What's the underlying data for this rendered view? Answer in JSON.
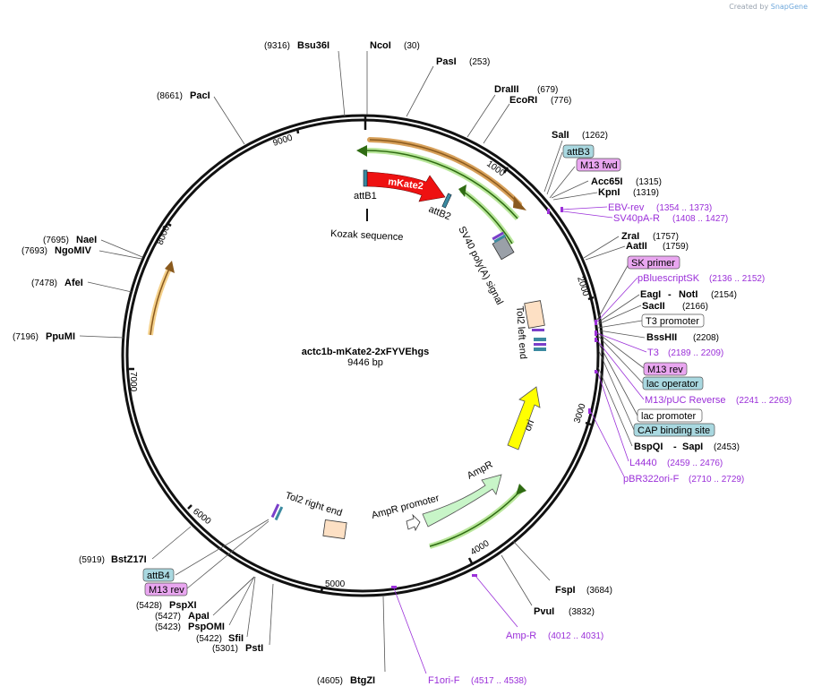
{
  "credit": {
    "prefix": "Created by",
    "brand": "SnapGene"
  },
  "map": {
    "name": "actc1b-mKate2-2xFYVEhgs",
    "length": "9446 bp",
    "tick_labels": [
      "1000",
      "2000",
      "3000",
      "4000",
      "5000",
      "6000",
      "7000",
      "8000",
      "9000"
    ]
  },
  "enzymes": [
    {
      "name": "Bsu36I",
      "pos": "(9316)"
    },
    {
      "name": "NcoI",
      "pos": "(30)"
    },
    {
      "name": "PasI",
      "pos": "(253)"
    },
    {
      "name": "DraIII",
      "pos": "(679)"
    },
    {
      "name": "EcoRI",
      "pos": "(776)"
    },
    {
      "name": "SalI",
      "pos": "(1262)"
    },
    {
      "name": "Acc65I",
      "pos": "(1315)"
    },
    {
      "name": "KpnI",
      "pos": "(1319)"
    },
    {
      "name": "ZraI",
      "pos": "(1757)"
    },
    {
      "name": "AatII",
      "pos": "(1759)"
    },
    {
      "name": "EagI",
      "name2": "NotI",
      "sep": "-",
      "pos": "(2154)"
    },
    {
      "name": "SacII",
      "pos": "(2166)"
    },
    {
      "name": "BssHII",
      "pos": "(2208)"
    },
    {
      "name": "BspQI",
      "name2": "SapI",
      "sep": "-",
      "pos": "(2453)"
    },
    {
      "name": "FspI",
      "pos": "(3684)"
    },
    {
      "name": "PvuI",
      "pos": "(3832)"
    },
    {
      "name": "BtgZI",
      "pos": "(4605)"
    },
    {
      "name": "PstI",
      "pos": "(5301)"
    },
    {
      "name": "SfiI",
      "pos": "(5422)"
    },
    {
      "name": "PspOMI",
      "pos": "(5423)"
    },
    {
      "name": "ApaI",
      "pos": "(5427)"
    },
    {
      "name": "PspXI",
      "pos": "(5428)"
    },
    {
      "name": "BstZ17I",
      "pos": "(5919)"
    },
    {
      "name": "PpuMI",
      "pos": "(7196)"
    },
    {
      "name": "AfeI",
      "pos": "(7478)"
    },
    {
      "name": "NgoMIV",
      "pos": "(7693)"
    },
    {
      "name": "NaeI",
      "pos": "(7695)"
    },
    {
      "name": "PacI",
      "pos": "(8661)"
    }
  ],
  "primers": [
    {
      "name": "EBV-rev",
      "pos": "(1354 .. 1373)"
    },
    {
      "name": "SV40pA-R",
      "pos": "(1408 .. 1427)"
    },
    {
      "name": "pBluescriptSK",
      "pos": "(2136 .. 2152)"
    },
    {
      "name": "T3",
      "pos": "(2189 .. 2209)"
    },
    {
      "name": "M13/pUC Reverse",
      "pos": "(2241 .. 2263)"
    },
    {
      "name": "L4440",
      "pos": "(2459 .. 2476)"
    },
    {
      "name": "pBR322ori-F",
      "pos": "(2710 .. 2729)"
    },
    {
      "name": "Amp-R",
      "pos": "(4012 .. 4031)"
    },
    {
      "name": "F1ori-F",
      "pos": "(4517 .. 4538)"
    }
  ],
  "boxed_labels": [
    {
      "text": "attB3",
      "fill": "#a9d8e0"
    },
    {
      "text": "M13 fwd",
      "fill": "#e9a6f0"
    },
    {
      "text": "SK primer",
      "fill": "#e9a6f0"
    },
    {
      "text": "T3 promoter",
      "fill": "#ffffff"
    },
    {
      "text": "M13 rev",
      "fill": "#e9a6f0"
    },
    {
      "text": "lac operator",
      "fill": "#a9d8e0"
    },
    {
      "text": "lac promoter",
      "fill": "#ffffff"
    },
    {
      "text": "CAP binding site",
      "fill": "#a9d8e0"
    },
    {
      "text": "attB4",
      "fill": "#a9d8e0"
    },
    {
      "text": "M13 rev",
      "fill": "#e9a6f0"
    }
  ],
  "features": {
    "mkate2": "mKate2",
    "attb1": "attB1",
    "attb2": "attB2",
    "kozak": "Kozak sequence",
    "sv40": "SV40 poly(A) signal",
    "tol2_left": "Tol2 left end",
    "ori": "ori",
    "ampr": "AmpR",
    "ampr_promoter": "AmpR promoter",
    "tol2_right": "Tol2 right end"
  },
  "colors": {
    "mkate2": "#ee1111",
    "ori": "#ffff00",
    "ampr": "#c8f5c8",
    "tol2": "#fde0c4",
    "green_arc": "#5aa52a",
    "orange_arc": "#d7a05a",
    "primer": "#9b30d9"
  }
}
